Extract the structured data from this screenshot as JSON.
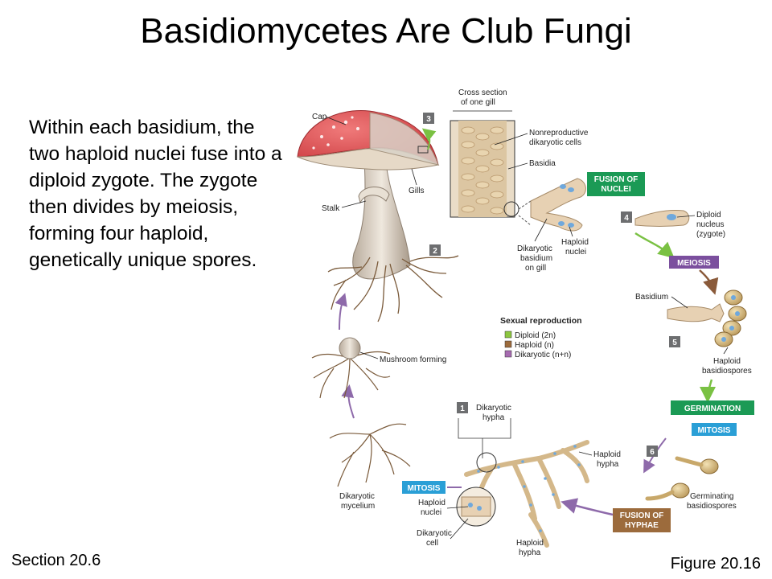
{
  "slide": {
    "title": "Basidiomycetes Are Club Fungi",
    "body": "Within each basidium, the two haploid nuclei fuse into a diploid zygote. The zygote then divides by meiosis, forming four haploid, genetically unique spores.",
    "section": "Section 20.6",
    "figure": "Figure 20.16"
  },
  "diagram": {
    "labels": {
      "cap": "Cap",
      "gills": "Gills",
      "stalk": "Stalk",
      "cross_section_1": "Cross section",
      "cross_section_2": "of one gill",
      "nonrepro_1": "Nonreproductive",
      "nonrepro_2": "dikaryotic cells",
      "basidia": "Basidia",
      "dik_basidium_1": "Dikaryotic",
      "dik_basidium_2": "basidium",
      "dik_basidium_3": "on gill",
      "haploid_nuclei_1": "Haploid",
      "haploid_nuclei_2": "nuclei",
      "diploid_nucleus_1": "Diploid",
      "diploid_nucleus_2": "nucleus",
      "diploid_nucleus_3": "(zygote)",
      "basidium": "Basidium",
      "haploid_basidiospores_1": "Haploid",
      "haploid_basidiospores_2": "basidiospores",
      "germinating_1": "Germinating",
      "germinating_2": "basidiospores",
      "haploid_hypha_1": "Haploid",
      "haploid_hypha_2": "hypha",
      "haploid_hypha_b1": "Haploid",
      "haploid_hypha_b2": "hypha",
      "dikaryotic_hypha_1": "Dikaryotic",
      "dikaryotic_hypha_2": "hypha",
      "haploid_nuclei_b1": "Haploid",
      "haploid_nuclei_b2": "nuclei",
      "dikaryotic_cell_1": "Dikaryotic",
      "dikaryotic_cell_2": "cell",
      "dikaryotic_mycelium_1": "Dikaryotic",
      "dikaryotic_mycelium_2": "mycelium",
      "mushroom_forming": "Mushroom forming"
    },
    "tags": {
      "fusion_nuclei_1": "FUSION OF",
      "fusion_nuclei_2": "NUCLEI",
      "meiosis": "MEIOSIS",
      "germination": "GERMINATION",
      "mitosis_right": "MITOSIS",
      "fusion_hyphae_1": "FUSION OF",
      "fusion_hyphae_2": "HYPHAE",
      "mitosis_left": "MITOSIS"
    },
    "steps": [
      "1",
      "2",
      "3",
      "4",
      "5",
      "6"
    ],
    "legend": {
      "title": "Sexual reproduction",
      "items": [
        "Diploid (2n)",
        "Haploid (n)",
        "Dikaryotic (n+n)"
      ]
    },
    "colors": {
      "fusion_tag": "#1b9a55",
      "meiosis_tag": "#7b4f9e",
      "germination_tag": "#1b9a55",
      "mitosis_tag": "#2a9fd6",
      "fusion_hyphae_tag": "#9c6b3c",
      "step_box": "#6d6e70",
      "legend_diploid": "#8cc63f",
      "legend_haploid": "#9c6b3c",
      "legend_dikaryotic": "#a66bb0",
      "arrow_purple": "#8e6aaa",
      "arrow_green": "#7ac143",
      "arrow_brown": "#8a5a3a",
      "cap_red": "#d8484b"
    }
  }
}
